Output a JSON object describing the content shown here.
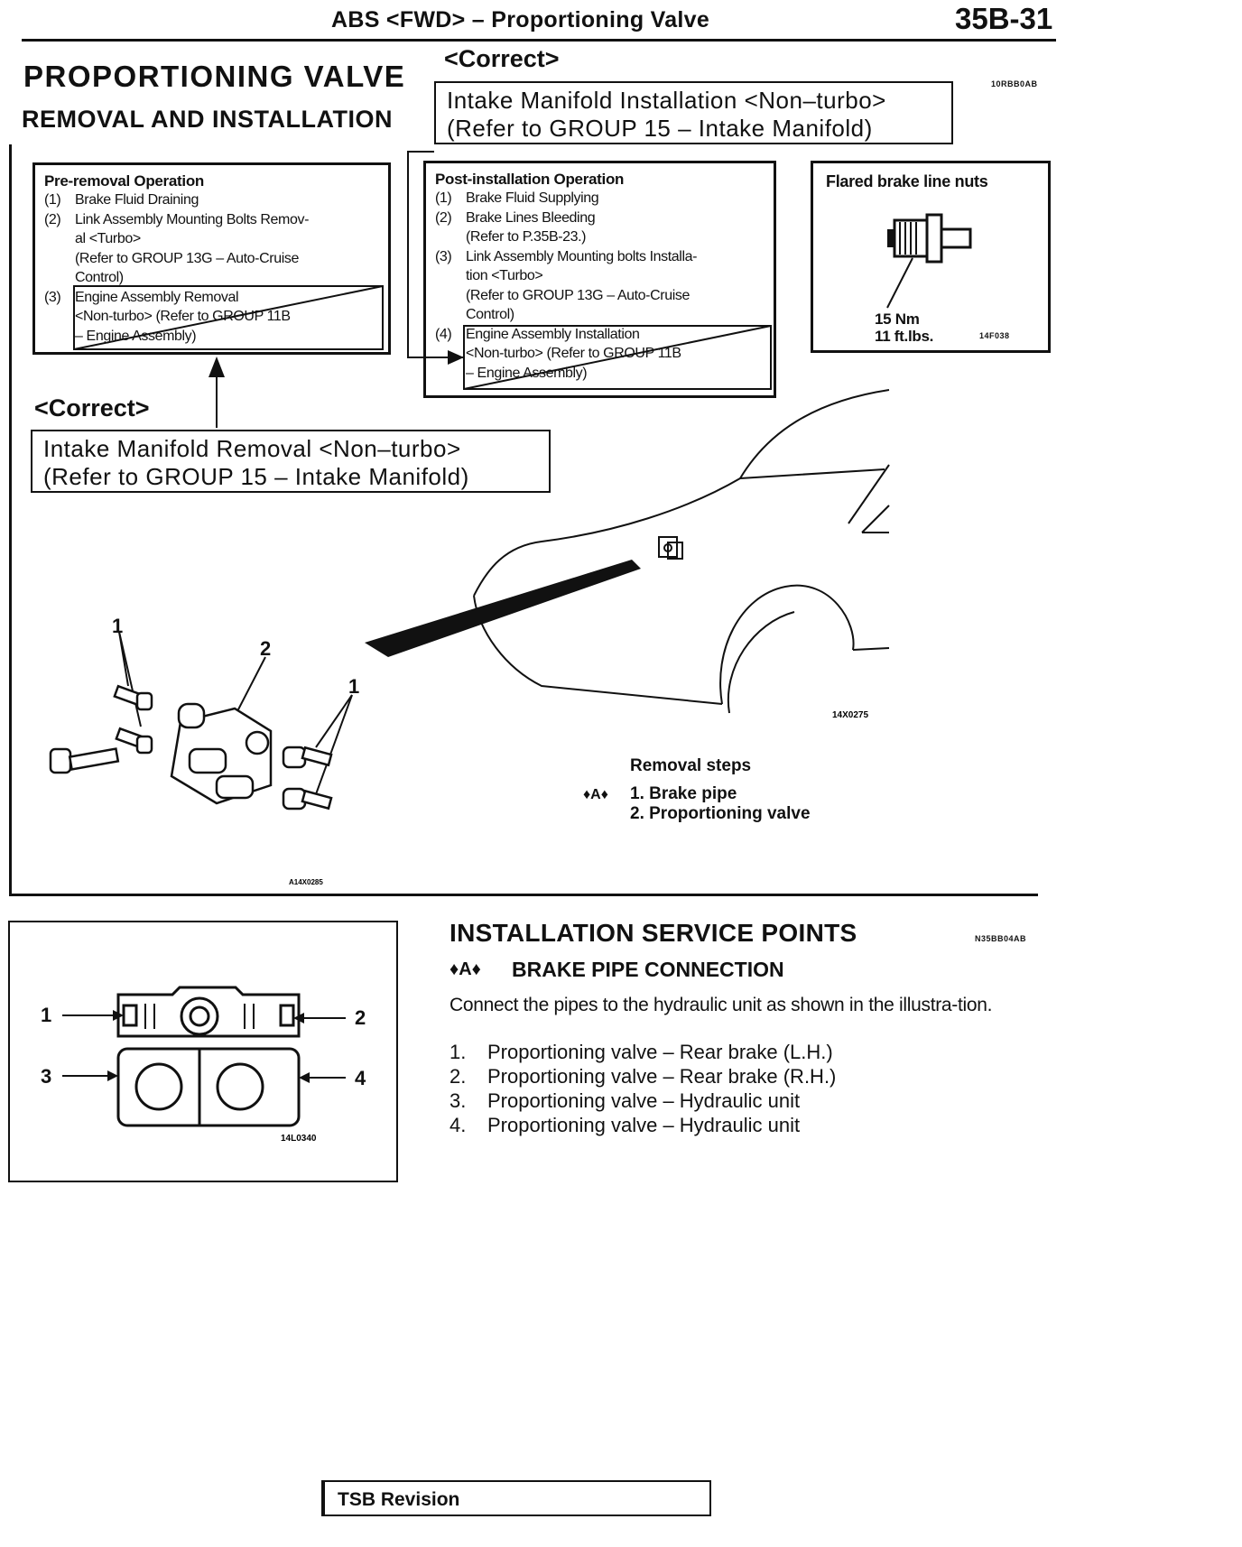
{
  "header": {
    "title": "ABS <FWD> – Proportioning Valve",
    "page_number": "35B-31"
  },
  "section": {
    "title": "PROPORTIONING VALVE",
    "subtitle": "REMOVAL AND INSTALLATION",
    "code": "10RBB0AB"
  },
  "correct_top": {
    "label": "<Correct>",
    "line1": "Intake Manifold Installation <Non–turbo>",
    "line2": "(Refer to GROUP 15 – Intake Manifold)"
  },
  "pre_removal": {
    "title": "Pre-removal Operation",
    "items": [
      {
        "num": "(1)",
        "text": "Brake Fluid Draining"
      },
      {
        "num": "(2)",
        "text": "Link Assembly Mounting Bolts Remov-"
      },
      {
        "num": "",
        "text": "al <Turbo>"
      },
      {
        "num": "",
        "text": "(Refer to GROUP 13G – Auto-Cruise"
      },
      {
        "num": "",
        "text": "Control)"
      },
      {
        "num": "(3)",
        "text": "Engine Assembly Removal"
      },
      {
        "num": "",
        "text": "<Non-turbo> (Refer to GROUP 11B"
      },
      {
        "num": "",
        "text": "– Engine Assembly)"
      }
    ]
  },
  "post_install": {
    "title": "Post-installation Operation",
    "items": [
      {
        "num": "(1)",
        "text": "Brake Fluid Supplying"
      },
      {
        "num": "(2)",
        "text": "Brake Lines Bleeding"
      },
      {
        "num": "",
        "text": "(Refer to P.35B-23.)"
      },
      {
        "num": "(3)",
        "text": "Link Assembly Mounting bolts Installa-"
      },
      {
        "num": "",
        "text": "tion <Turbo>"
      },
      {
        "num": "",
        "text": "(Refer to GROUP 13G – Auto-Cruise"
      },
      {
        "num": "",
        "text": "Control)"
      },
      {
        "num": "(4)",
        "text": "Engine Assembly Installation"
      },
      {
        "num": "",
        "text": "<Non-turbo> (Refer to GROUP 11B"
      },
      {
        "num": "",
        "text": "– Engine Assembly)"
      }
    ]
  },
  "flared": {
    "title": "Flared brake line nuts",
    "torque1": "15 Nm",
    "torque2": "11 ft.lbs.",
    "code": "14F038"
  },
  "correct_bottom": {
    "label": "<Correct>",
    "line1": "Intake Manifold Removal <Non–turbo>",
    "line2": "(Refer to GROUP 15 – Intake Manifold)"
  },
  "diagram": {
    "callout1": "1",
    "callout2": "2",
    "callout3": "1",
    "car_code": "14X0275",
    "fig_code": "A14X0285"
  },
  "removal_steps": {
    "title": "Removal steps",
    "marker": "♦A♦",
    "step1": "1. Brake pipe",
    "step2": "2. Proportioning valve"
  },
  "install_points": {
    "title": "INSTALLATION SERVICE POINTS",
    "code": "N35BB04AB",
    "sub_marker": "♦A♦",
    "sub_title": "BRAKE PIPE CONNECTION",
    "para": "Connect the pipes to the hydraulic unit as shown in the illustra-tion.",
    "list": [
      {
        "num": "1.",
        "text": "Proportioning valve – Rear brake (L.H.)"
      },
      {
        "num": "2.",
        "text": "Proportioning valve – Rear brake (R.H.)"
      },
      {
        "num": "3.",
        "text": "Proportioning valve – Hydraulic unit"
      },
      {
        "num": "4.",
        "text": "Proportioning valve – Hydraulic unit"
      }
    ]
  },
  "valve_fig": {
    "l1": "1",
    "l2": "2",
    "l3": "3",
    "l4": "4",
    "code": "14L0340"
  },
  "footer": {
    "label": "TSB Revision"
  }
}
